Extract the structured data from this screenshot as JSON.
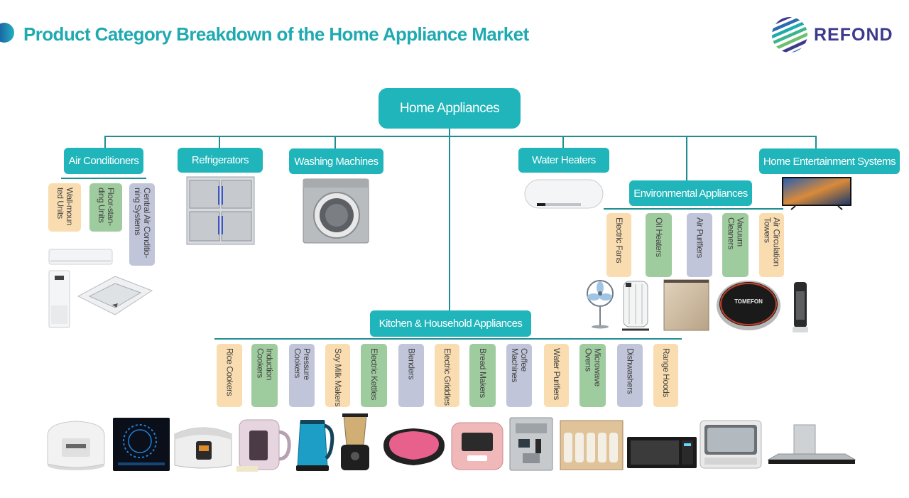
{
  "title": "Product Category Breakdown of the Home Appliance Market",
  "logo": {
    "text": "REFOND",
    "icon": "striped-globe-logo"
  },
  "root": "Home Appliances",
  "categories": {
    "air_conditioners": "Air Conditioners",
    "refrigerators": "Refrigerators",
    "washing_machines": "Washing Machines",
    "water_heaters": "Water Heaters",
    "home_entertainment": "Home Entertainment Systems",
    "environmental": "Environmental Appliances",
    "kitchen": "Kitchen & Household Appliances"
  },
  "air_conditioner_types": [
    "Wall-moun ted Units",
    "Floor-stan- ding Units",
    "Central Air Conditio- ning Systems"
  ],
  "environmental_items": [
    "Electric Fans",
    "Oil Heaters",
    "Air Purifiers",
    "Vacuum Cleaners",
    "Air Circulation Towers"
  ],
  "kitchen_items": [
    "Rice Cookers",
    "Induction Cookers",
    "Pressure Cookers",
    "Soy Milk Makers",
    "Electric Kettles",
    "Blenders",
    "Electric Griddles",
    "Bread Makers",
    "Coffee Machines",
    "Water Purifiers",
    "Microwave Ovens",
    "Dishwashers",
    "Range Hoods"
  ],
  "colors": {
    "node": "#1fb5ba",
    "line": "#1f8e93",
    "title": "#1fa9b0",
    "tag_yellow": "#f9ddb0",
    "tag_green": "#9fcc9e",
    "tag_blue": "#c1c5da"
  }
}
